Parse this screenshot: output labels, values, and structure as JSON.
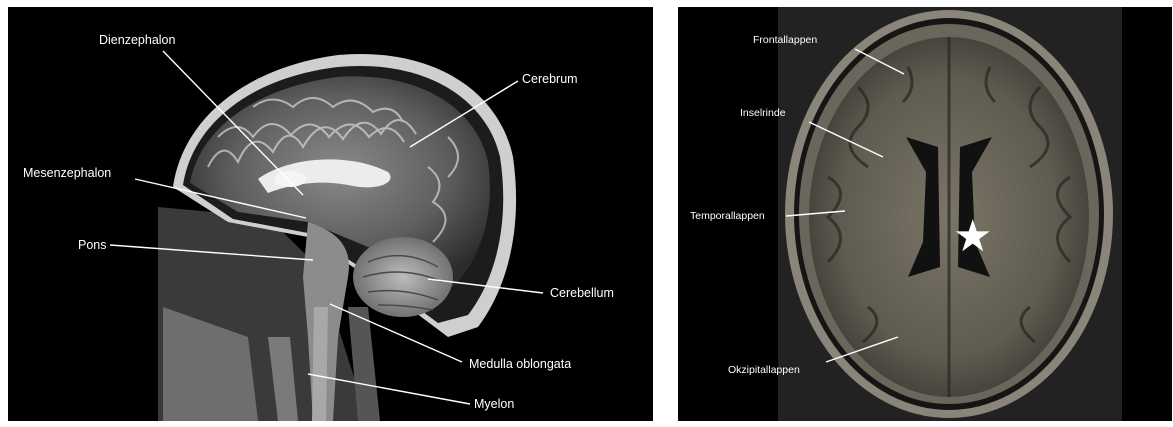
{
  "sagittal": {
    "labels": {
      "dienzephalon": "Dienzephalon",
      "cerebrum": "Cerebrum",
      "mesenzephalon": "Mesenzephalon",
      "pons": "Pons",
      "cerebellum": "Cerebellum",
      "medulla": "Medulla oblongata",
      "myelon": "Myelon"
    }
  },
  "axial": {
    "labels": {
      "frontallappen": "Frontallappen",
      "inselrinde": "Inselrinde",
      "temporallappen": "Temporallappen",
      "okzipitallappen": "Okzipitallappen"
    },
    "marker": "★"
  }
}
